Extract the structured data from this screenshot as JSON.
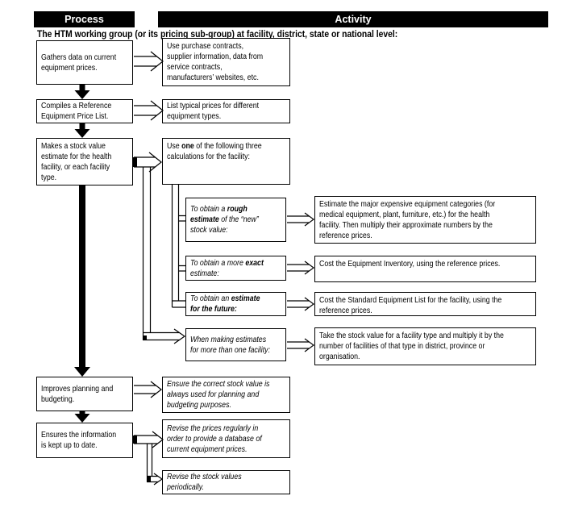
{
  "colors": {
    "header_bg": "#000000",
    "header_text": "#ffffff",
    "box_border": "#000000",
    "page_bg": "#ffffff"
  },
  "header": {
    "process": "Process",
    "activity": "Activity"
  },
  "subtitle": "The HTM working group (or its pricing sub-group) at facility, district, state or national level:",
  "process_steps": [
    {
      "label": "Gathers data on current\nequipment prices."
    },
    {
      "label": "Compiles a Reference\nEquipment Price List."
    },
    {
      "label": "Makes a stock value\nestimate for the health\nfacility, or each facility\ntype."
    },
    {
      "label": "Improves planning and\nbudgeting."
    },
    {
      "label": "Ensures the information\nis kept up to date."
    }
  ],
  "activities": {
    "gather_data": {
      "label": "Use purchase contracts,\nsupplier information, data from\nservice contracts,\nmanufacturers’ websites, etc."
    },
    "price_list": {
      "label": "List typical prices for different\nequipment types."
    },
    "use_one_intro": {
      "segments": [
        {
          "t": "Use "
        },
        {
          "t": "one",
          "b": true
        },
        {
          "t": " of the following three\ncalculations for the facility:"
        }
      ]
    },
    "planning": {
      "label": "Ensure the correct stock value is\nalways used for planning and\nbudgeting purposes."
    },
    "revise_prices": {
      "label": "Revise the prices regularly in\norder to provide a database of\ncurrent equipment prices."
    },
    "revise_stock": {
      "label": "Revise the stock values\nperiodically."
    }
  },
  "calculations": [
    {
      "option": {
        "segments": [
          {
            "t": "To obtain a "
          },
          {
            "t": "rough\nestimate",
            "b": true
          },
          {
            "t": " of the “new”\nstock value:"
          }
        ]
      },
      "result": "Estimate the major expensive equipment categories (for\nmedical equipment, plant, furniture, etc.) for the health\nfacility. Then multiply their approximate numbers by the\nreference prices."
    },
    {
      "option": {
        "segments": [
          {
            "t": "To obtain a more "
          },
          {
            "t": "exact",
            "b": true
          },
          {
            "t": "\nestimate:"
          }
        ]
      },
      "result": "Cost the Equipment Inventory, using the reference prices."
    },
    {
      "option": {
        "segments": [
          {
            "t": "To obtain an "
          },
          {
            "t": "estimate\nfor the future:",
            "b": true
          }
        ]
      },
      "result": "Cost the Standard Equipment List for the facility, using the\nreference prices."
    },
    {
      "option": {
        "segments": [
          {
            "t": "When making estimates\nfor more than one facility:"
          }
        ]
      },
      "result": "Take the stock value for a facility type and multiply it by the\nnumber of facilities of that type in district, province or\norganisation."
    }
  ]
}
